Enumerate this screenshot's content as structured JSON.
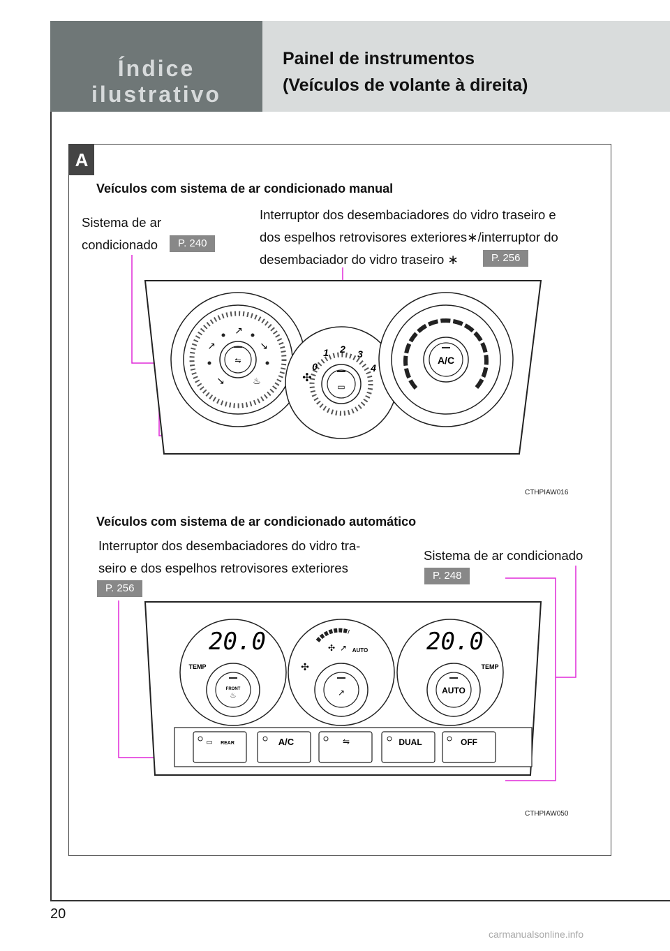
{
  "header": {
    "section": "Índice ilustrativo",
    "title_line1": "Painel de instrumentos",
    "title_line2": "(Veículos de volante à direita)"
  },
  "badge": "A",
  "manual": {
    "heading": "Veículos com sistema de ar condicionado manual",
    "ac_label_line1": "Sistema de ar",
    "ac_label_line2": "condicionado",
    "ac_ref": "P. 240",
    "defog_line1": "Interruptor dos desembaciadores do vidro traseiro e",
    "defog_line2": "dos espelhos retrovisores exteriores∗/interruptor do",
    "defog_line3": "desembaciador do vidro traseiro ∗",
    "defog_ref": "P. 256",
    "fan_speeds": [
      "0",
      "1",
      "2",
      "3",
      "4"
    ],
    "ac_button": "A/C",
    "code": "CTHPIAW016"
  },
  "automatic": {
    "heading": "Veículos com sistema de ar condicionado automático",
    "defog_line1": "Interruptor dos desembaciadores do vidro tra-",
    "defog_line2": "seiro e dos espelhos retrovisores exteriores",
    "defog_ref": "P. 256",
    "ac_label": "Sistema de ar condicionado",
    "ac_ref": "P. 248",
    "temp_left": "20.0",
    "temp_right": "20.0",
    "temp_label": "TEMP",
    "auto_label": "AUTO",
    "front_label": "FRONT",
    "buttons": [
      "REAR",
      "A/C",
      "",
      "DUAL",
      "OFF"
    ],
    "code": "CTHPIAW050"
  },
  "page_number": "20",
  "watermark": "carmanualsonline.info"
}
